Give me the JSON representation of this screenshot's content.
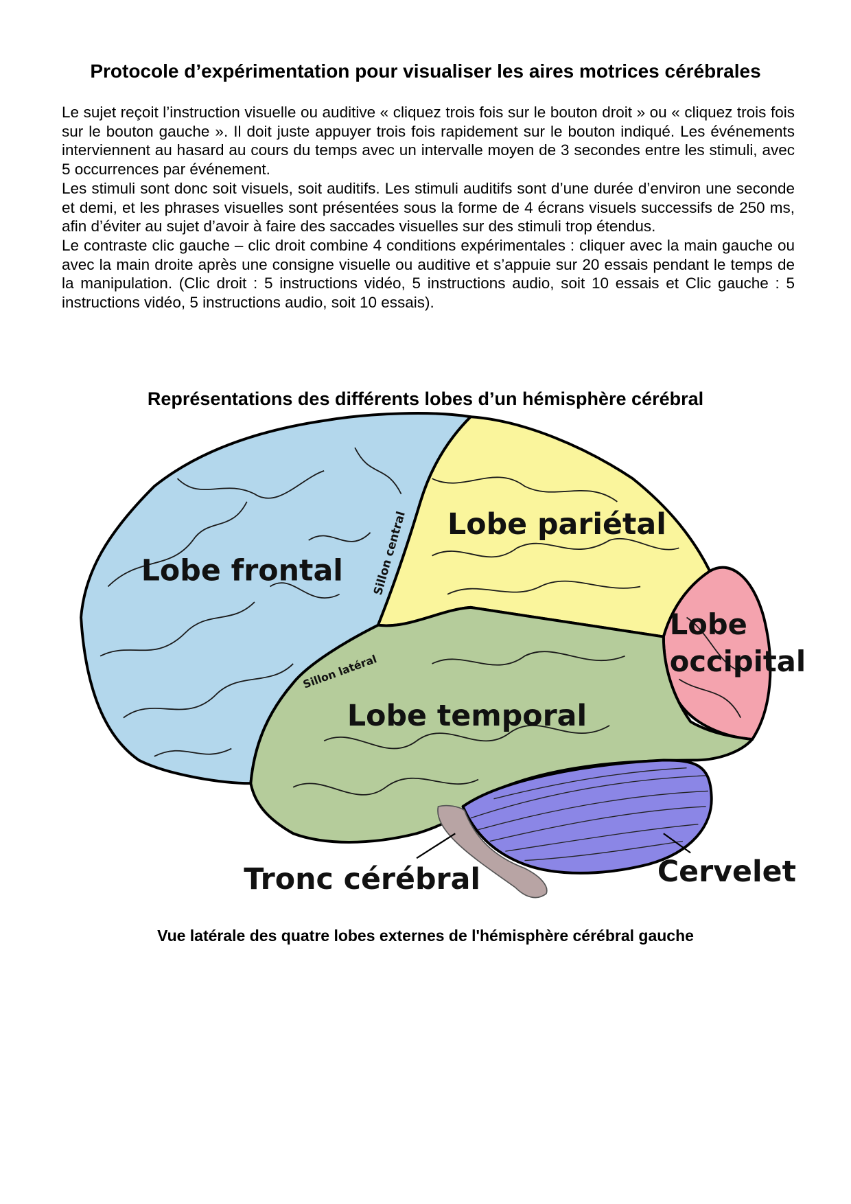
{
  "title": "Protocole d’expérimentation pour visualiser les aires motrices cérébrales",
  "paragraphs": [
    "Le sujet reçoit l’instruction visuelle ou auditive « cliquez trois fois sur le bouton droit » ou « cliquez trois fois sur le bouton gauche ». Il doit juste appuyer trois fois rapidement sur le bouton indiqué. Les événements interviennent au hasard au cours du temps avec un intervalle moyen de 3 secondes entre les stimuli, avec 5 occurrences par événement.",
    "Les stimuli sont donc soit visuels, soit auditifs. Les stimuli auditifs sont d’une durée d’environ une seconde et demi, et les phrases visuelles sont présentées sous la forme de 4 écrans visuels successifs de 250 ms, afin d’éviter au sujet d’avoir à faire des saccades visuelles sur des stimuli trop étendus.",
    "Le contraste clic gauche – clic droit combine 4 conditions expérimentales : cliquer avec la main gauche ou avec la main droite après une consigne visuelle ou auditive et s’appuie sur 20 essais pendant le temps de la manipulation. (Clic droit : 5 instructions vidéo, 5 instructions audio, soit 10 essais et Clic gauche : 5 instructions vidéo, 5 instructions audio, soit 10 essais)."
  ],
  "figure": {
    "title": "Représentations des différents lobes d’un hémisphère cérébral",
    "labels": {
      "frontal": "Lobe frontal",
      "parietal": "Lobe pariétal",
      "occipital_1": "Lobe",
      "occipital_2": "occipital",
      "temporal": "Lobe temporal",
      "brainstem": "Tronc cérébral",
      "cerebellum": "Cervelet",
      "central_sulcus": "Sillon central",
      "lateral_sulcus": "Sillon latéral"
    },
    "colors": {
      "frontal": "#b3d7ec",
      "parietal": "#faf59c",
      "occipital": "#f4a3ae",
      "temporal": "#b5cc9b",
      "cerebellum": "#8b86e6",
      "brainstem": "#b8a4a4"
    },
    "caption": "Vue latérale des quatre lobes externes de l'hémisphère cérébral gauche"
  }
}
